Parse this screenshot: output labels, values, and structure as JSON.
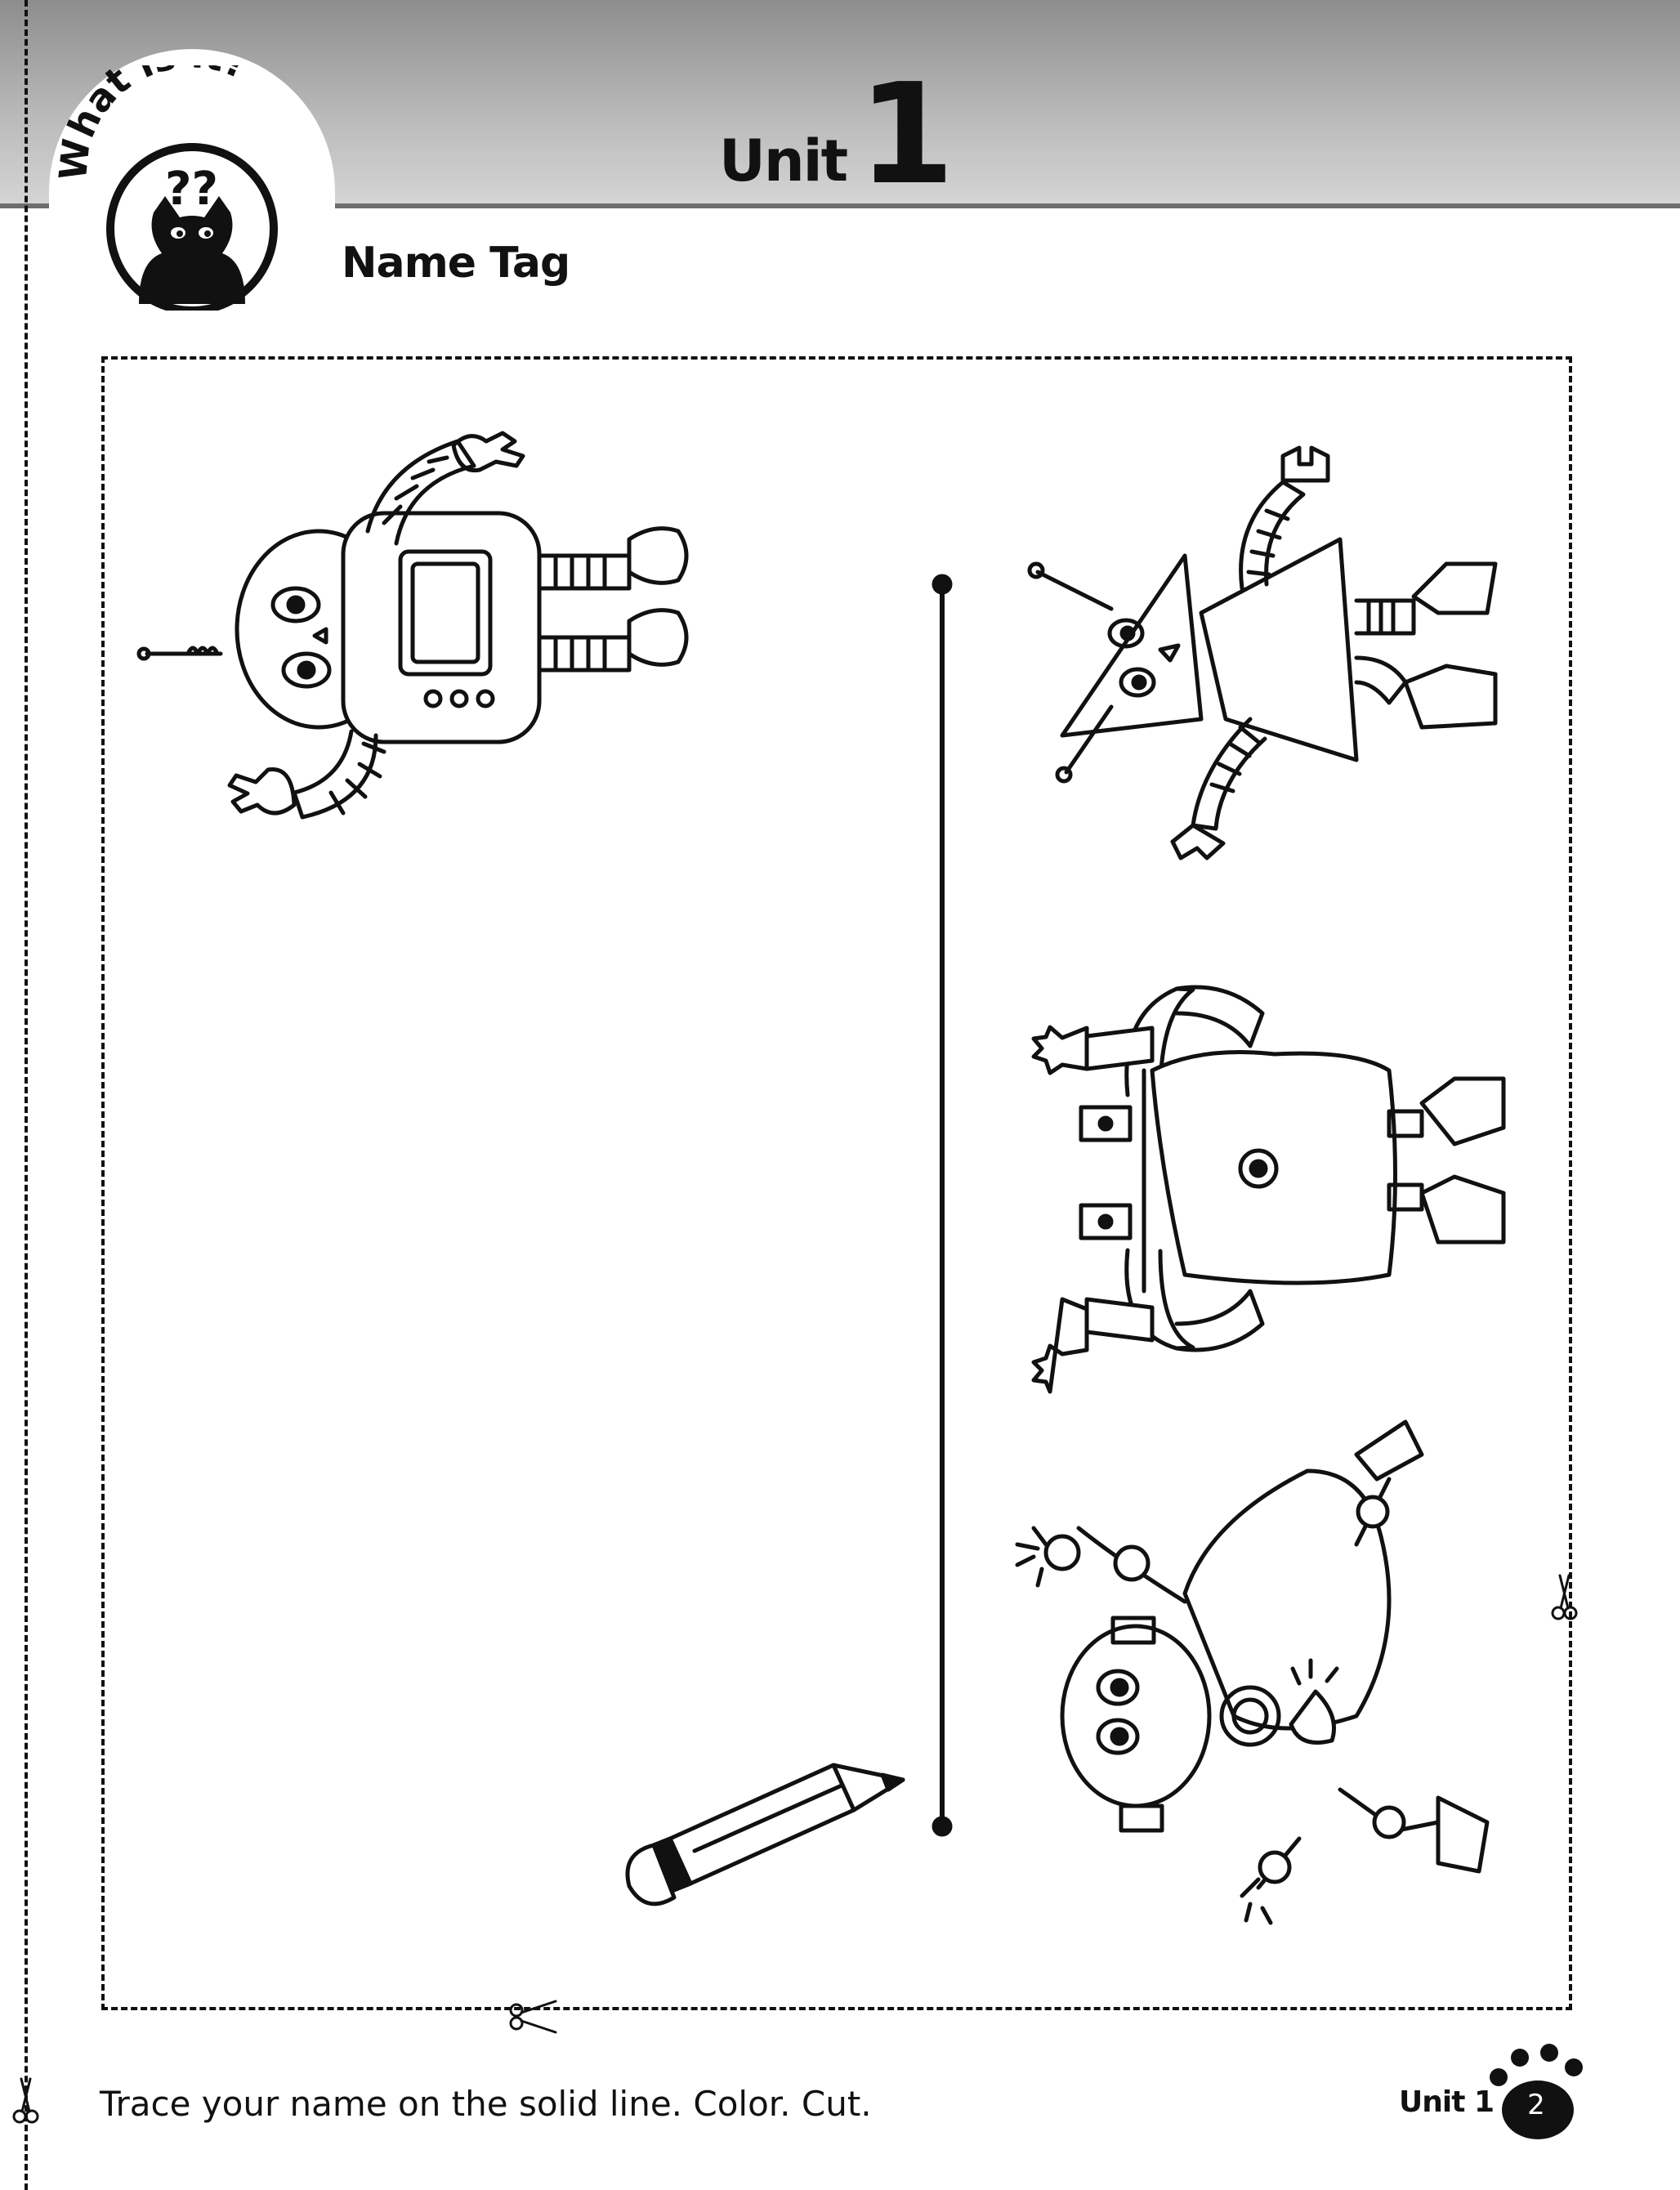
{
  "header": {
    "badge_text": "What is it?",
    "badge_marks": "??",
    "unit_word": "Unit",
    "unit_number": "1"
  },
  "subtitle": "Name Tag",
  "instruction": "Trace your name on the solid line. Color. Cut.",
  "footer": {
    "unit_label": "Unit 1",
    "page_number": "2"
  },
  "icons": [
    "cat-icon",
    "scissors-icon",
    "robot-icon",
    "pencil-icon",
    "paw-icon"
  ],
  "colors": {
    "header_band": "#b9b9b9",
    "ink": "#111111",
    "paper": "#ffffff"
  }
}
